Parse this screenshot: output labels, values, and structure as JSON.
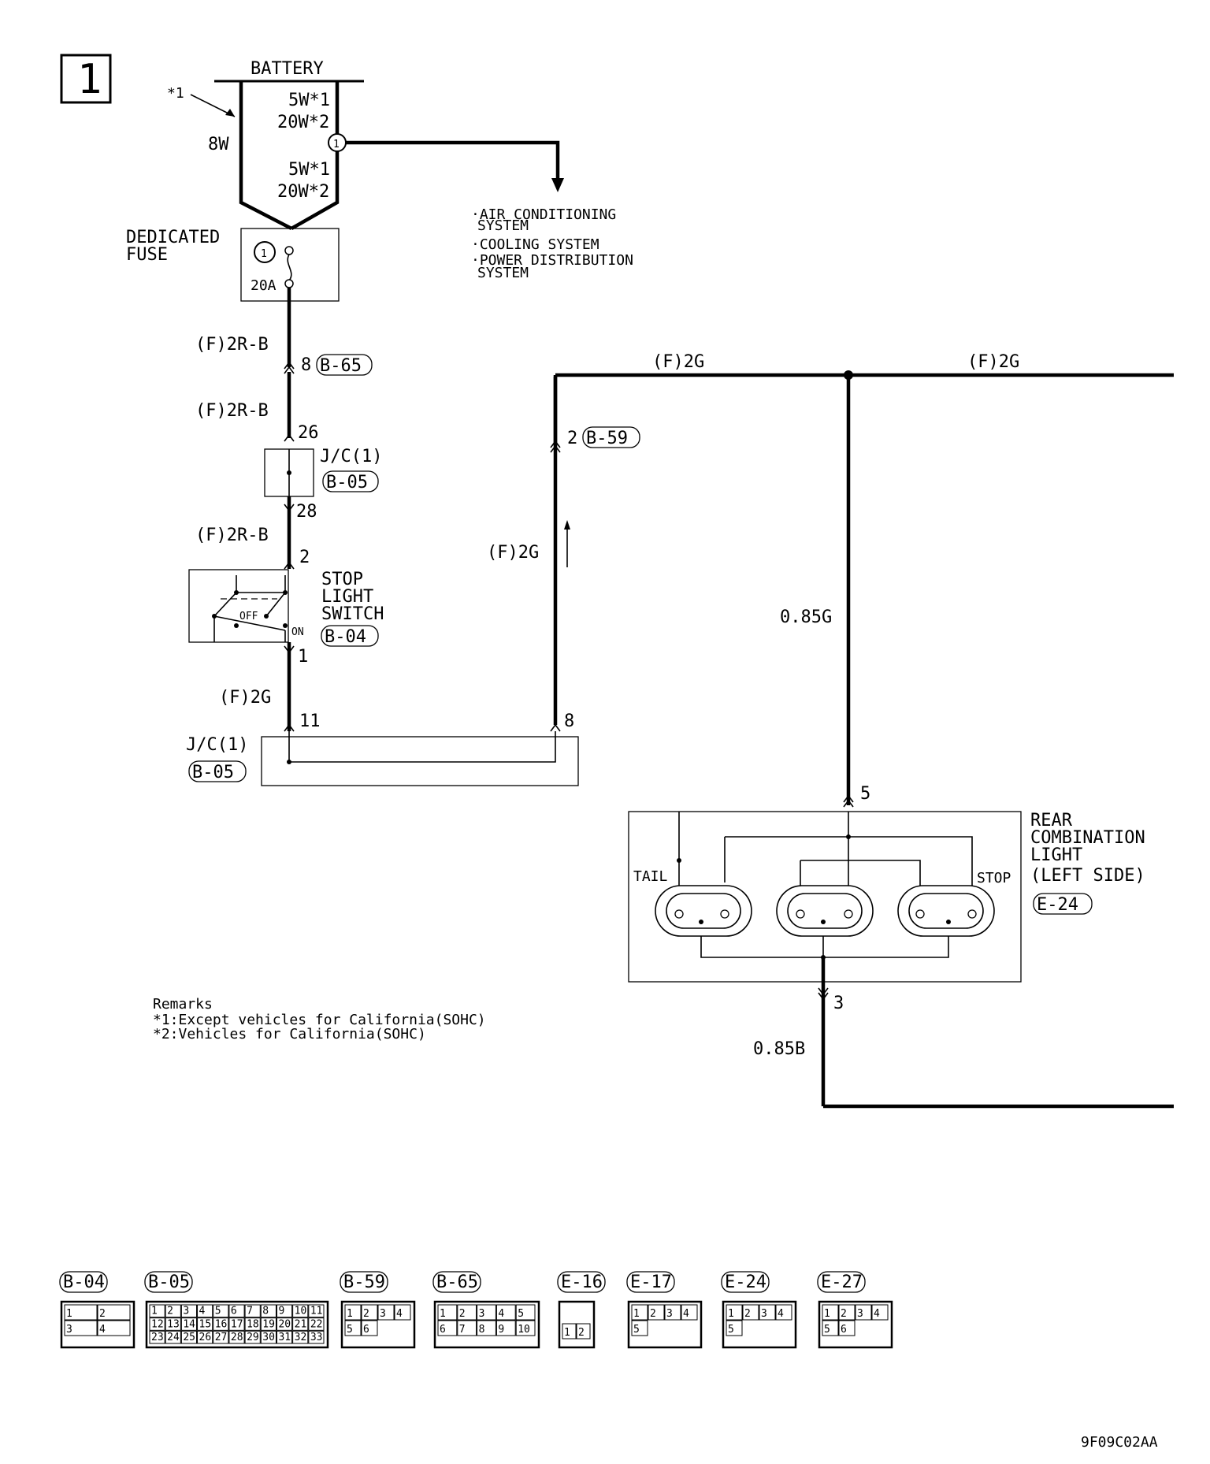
{
  "page_number": "1",
  "battery": {
    "label": "BATTERY",
    "note_ref": "*1",
    "fusible_left": "8W",
    "fusible_1a": "5W*1",
    "fusible_1b": "20W*2",
    "fusible_2a": "5W*1",
    "fusible_2b": "20W*2",
    "circuit_no": "1"
  },
  "systems": [
    "·AIR CONDITIONING",
    "SYSTEM",
    "·COOLING SYSTEM",
    "·POWER DISTRIBUTION",
    "SYSTEM"
  ],
  "dedicated_fuse": {
    "label_1": "DEDICATED",
    "label_2": "FUSE",
    "number": "1",
    "rating": "20A"
  },
  "wires": {
    "w1": "(F)2R-B",
    "w2": "(F)2R-B",
    "w3": "(F)2R-B",
    "w4": "(F)2G",
    "w5": "(F)2G",
    "w6": "(F)2G",
    "w7": "(F)2G",
    "w8": "0.85G",
    "w9": "0.85B"
  },
  "pins": {
    "p8": "8",
    "p26": "26",
    "p28": "28",
    "p2": "2",
    "p1": "1",
    "p11": "11",
    "p8b": "8",
    "p2b": "2",
    "p5": "5",
    "p3": "3"
  },
  "connectors": {
    "b65": "B-65",
    "b05a": "B-05",
    "b04": "B-04",
    "b05b": "B-05",
    "b59": "B-59",
    "e24": "E-24"
  },
  "jc_top": "J/C(1)",
  "jc_bottom": "J/C(1)",
  "stop_switch": {
    "line1": "STOP",
    "line2": "LIGHT",
    "line3": "SWITCH",
    "off": "OFF",
    "on": "ON"
  },
  "rear_light": {
    "line1": "REAR",
    "line2": "COMBINATION",
    "line3": "LIGHT",
    "line4": "(LEFT SIDE)",
    "tail": "TAIL",
    "stop": "STOP"
  },
  "remarks": {
    "title": "Remarks",
    "r1": "*1:Except vehicles for California(SOHC)",
    "r2": "*2:Vehicles for California(SOHC)"
  },
  "connector_faces": [
    {
      "id": "B-04",
      "pins": [
        "1",
        "2",
        "3",
        "4"
      ]
    },
    {
      "id": "B-05",
      "pins": [
        "1",
        "2",
        "3",
        "4",
        "5",
        "6",
        "7",
        "8",
        "9",
        "10",
        "11",
        "12",
        "13",
        "14",
        "15",
        "16",
        "17",
        "18",
        "19",
        "20",
        "21",
        "22",
        "23",
        "24",
        "25",
        "26",
        "27",
        "28",
        "29",
        "30",
        "31",
        "32",
        "33"
      ]
    },
    {
      "id": "B-59",
      "pins": [
        "1",
        "2",
        "3",
        "4",
        "5",
        "6"
      ]
    },
    {
      "id": "B-65",
      "pins": [
        "1",
        "2",
        "3",
        "4",
        "5",
        "6",
        "7",
        "8",
        "9",
        "10"
      ]
    },
    {
      "id": "E-16",
      "pins": [
        "1",
        "2"
      ]
    },
    {
      "id": "E-17",
      "pins": [
        "1",
        "2",
        "3",
        "4",
        "5"
      ]
    },
    {
      "id": "E-24",
      "pins": [
        "1",
        "2",
        "3",
        "4",
        "5"
      ]
    },
    {
      "id": "E-27",
      "pins": [
        "1",
        "2",
        "3",
        "4",
        "5",
        "6"
      ]
    }
  ],
  "drawing_code": "9F09C02AA"
}
